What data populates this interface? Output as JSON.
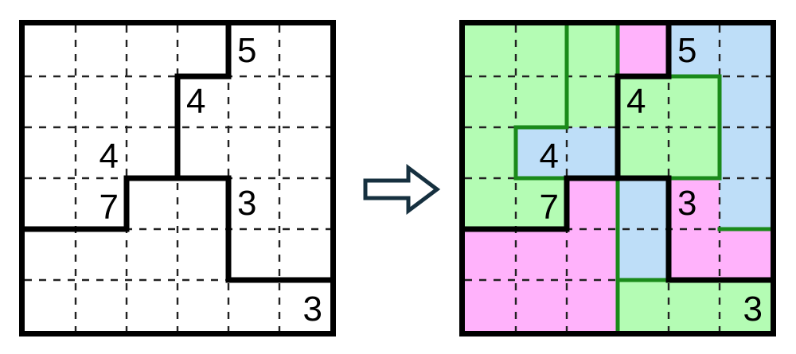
{
  "figure": {
    "type": "puzzle-before-after",
    "description": "Grid puzzle shown unsolved on the left and solved with colored regions on the right, connected by a right-pointing arrow.",
    "grid": {
      "rows": 6,
      "cols": 6
    }
  },
  "colors": {
    "background": "#ffffff",
    "cell_fill_empty": "#ffffff",
    "grid_dashed": "#222222",
    "grid_bold": "#000000",
    "region_green_fill": "#b4fcb4",
    "region_blue_fill": "#bedef8",
    "region_pink_fill": "#ffb2fb",
    "region_border_green": "#1a8a1a",
    "arrow_stroke": "#16303f",
    "digit_color": "#000000"
  },
  "arrow": {
    "name": "right-arrow",
    "glyph": "⇒"
  },
  "puzzle_left": {
    "title": "unsolved-grid",
    "outer_border": true,
    "clues": [
      {
        "row": 0,
        "col": 4,
        "value": "5",
        "align": "top-left"
      },
      {
        "row": 1,
        "col": 3,
        "value": "4",
        "align": "top-left"
      },
      {
        "row": 2,
        "col": 1,
        "value": "4",
        "align": "bottom-right"
      },
      {
        "row": 3,
        "col": 1,
        "value": "7",
        "align": "bottom-right"
      },
      {
        "row": 3,
        "col": 4,
        "value": "3",
        "align": "top-left"
      },
      {
        "row": 5,
        "col": 5,
        "value": "3",
        "align": "bottom-right"
      }
    ],
    "bold_segments": [
      {
        "orientation": "v",
        "col": 4,
        "row_start": 0,
        "row_end": 1
      },
      {
        "orientation": "h",
        "row": 1,
        "col_start": 3,
        "col_end": 4
      },
      {
        "orientation": "v",
        "col": 3,
        "row_start": 1,
        "row_end": 3
      },
      {
        "orientation": "h",
        "row": 3,
        "col_start": 2,
        "col_end": 3
      },
      {
        "orientation": "v",
        "col": 2,
        "row_start": 3,
        "row_end": 4
      },
      {
        "orientation": "h",
        "row": 4,
        "col_start": 0,
        "col_end": 2
      },
      {
        "orientation": "h",
        "row": 3,
        "col_start": 3,
        "col_end": 4
      },
      {
        "orientation": "v",
        "col": 4,
        "row_start": 3,
        "row_end": 5
      },
      {
        "orientation": "h",
        "row": 5,
        "col_start": 4,
        "col_end": 6
      }
    ]
  },
  "puzzle_right": {
    "title": "solved-grid",
    "outer_border": true,
    "clues": [
      {
        "row": 0,
        "col": 4,
        "value": "5",
        "align": "top-left"
      },
      {
        "row": 1,
        "col": 3,
        "value": "4",
        "align": "top-left"
      },
      {
        "row": 2,
        "col": 1,
        "value": "4",
        "align": "bottom-right"
      },
      {
        "row": 3,
        "col": 1,
        "value": "7",
        "align": "bottom-right"
      },
      {
        "row": 3,
        "col": 4,
        "value": "3",
        "align": "top-left"
      },
      {
        "row": 5,
        "col": 5,
        "value": "3",
        "align": "bottom-right"
      }
    ],
    "cell_colors": [
      [
        "green",
        "green",
        "green",
        "pink",
        "blue",
        "blue"
      ],
      [
        "green",
        "green",
        "green",
        "green",
        "green",
        "blue"
      ],
      [
        "green",
        "blue",
        "blue",
        "green",
        "green",
        "blue"
      ],
      [
        "green",
        "green",
        "pink",
        "blue",
        "pink",
        "blue"
      ],
      [
        "pink",
        "pink",
        "pink",
        "blue",
        "pink",
        "pink"
      ],
      [
        "pink",
        "pink",
        "pink",
        "green",
        "green",
        "green"
      ]
    ],
    "green_segments": [
      {
        "orientation": "v",
        "col": 3,
        "row_start": 0,
        "row_end": 1
      },
      {
        "orientation": "v",
        "col": 2,
        "row_start": 0,
        "row_end": 2
      },
      {
        "orientation": "h",
        "row": 2,
        "col_start": 1,
        "col_end": 2
      },
      {
        "orientation": "v",
        "col": 1,
        "row_start": 2,
        "row_end": 3
      },
      {
        "orientation": "h",
        "row": 3,
        "col_start": 1,
        "col_end": 3
      },
      {
        "orientation": "h",
        "row": 1,
        "col_start": 4,
        "col_end": 5
      },
      {
        "orientation": "v",
        "col": 5,
        "row_start": 1,
        "row_end": 3
      },
      {
        "orientation": "h",
        "row": 3,
        "col_start": 4,
        "col_end": 5
      },
      {
        "orientation": "v",
        "col": 3,
        "row_start": 3,
        "row_end": 5
      },
      {
        "orientation": "h",
        "row": 4,
        "col_start": 5,
        "col_end": 6
      },
      {
        "orientation": "h",
        "row": 5,
        "col_start": 3,
        "col_end": 5
      },
      {
        "orientation": "v",
        "col": 3,
        "row_start": 5,
        "row_end": 6
      }
    ],
    "bold_segments": [
      {
        "orientation": "v",
        "col": 4,
        "row_start": 0,
        "row_end": 1
      },
      {
        "orientation": "h",
        "row": 1,
        "col_start": 3,
        "col_end": 4
      },
      {
        "orientation": "v",
        "col": 3,
        "row_start": 1,
        "row_end": 3
      },
      {
        "orientation": "h",
        "row": 3,
        "col_start": 2,
        "col_end": 3
      },
      {
        "orientation": "v",
        "col": 2,
        "row_start": 3,
        "row_end": 4
      },
      {
        "orientation": "h",
        "row": 4,
        "col_start": 0,
        "col_end": 2
      },
      {
        "orientation": "h",
        "row": 3,
        "col_start": 3,
        "col_end": 4
      },
      {
        "orientation": "v",
        "col": 4,
        "row_start": 3,
        "row_end": 5
      },
      {
        "orientation": "h",
        "row": 5,
        "col_start": 4,
        "col_end": 6
      }
    ]
  }
}
